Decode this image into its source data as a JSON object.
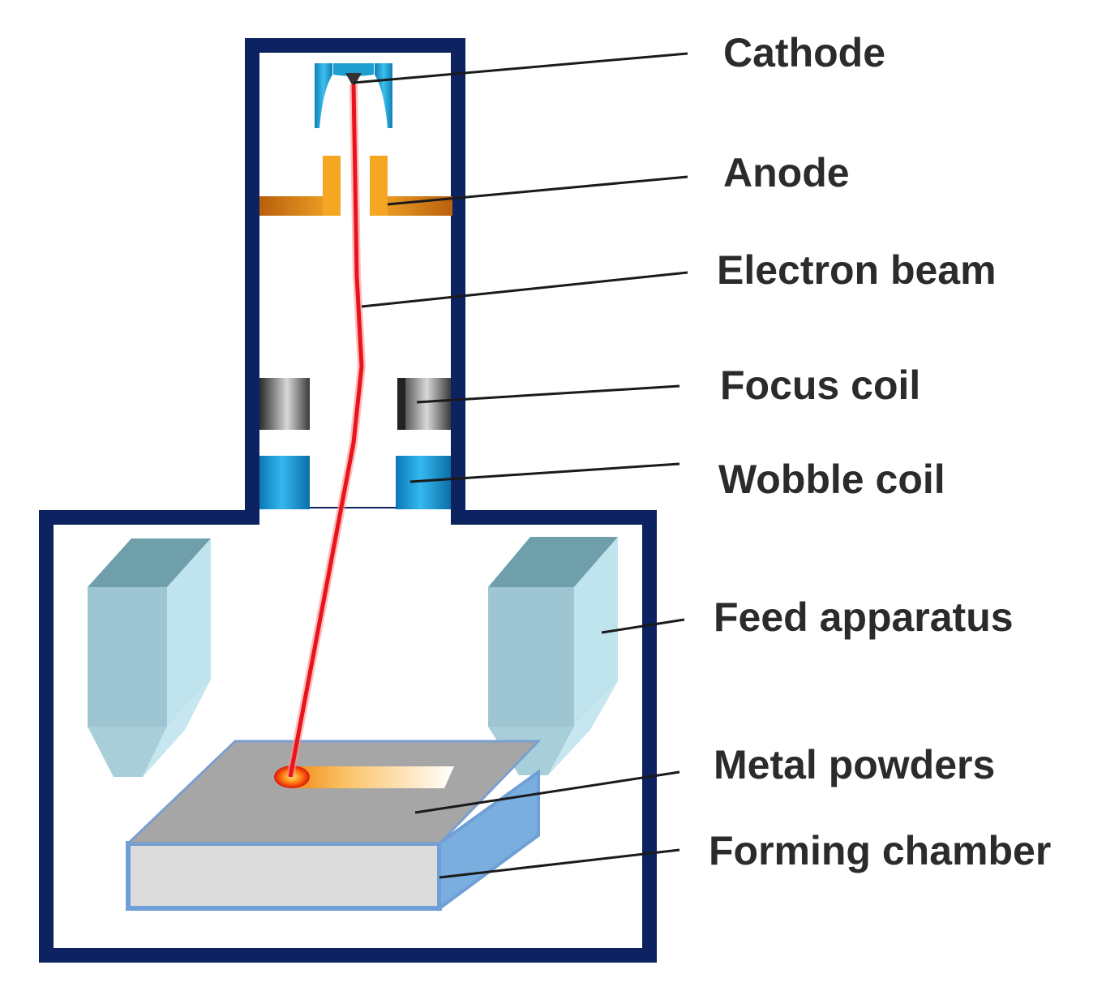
{
  "labels": {
    "cathode": "Cathode",
    "anode": "Anode",
    "electron_beam": "Electron beam",
    "focus_coil": "Focus coil",
    "wobble_coil": "Wobble coil",
    "feed_apparatus": "Feed apparatus",
    "metal_powders": "Metal powders",
    "forming_chamber": "Forming chamber"
  },
  "colors": {
    "frame": "#0d2260",
    "beam": "#e8141c",
    "cathode": "#1e9fd0",
    "anode": "#f29a1c",
    "wobble_coil": "#1fa6e0",
    "feed_apparatus": "#9cc9d6",
    "metal_powders": "#a6a6a6",
    "forming_chamber": "#7aaede"
  }
}
